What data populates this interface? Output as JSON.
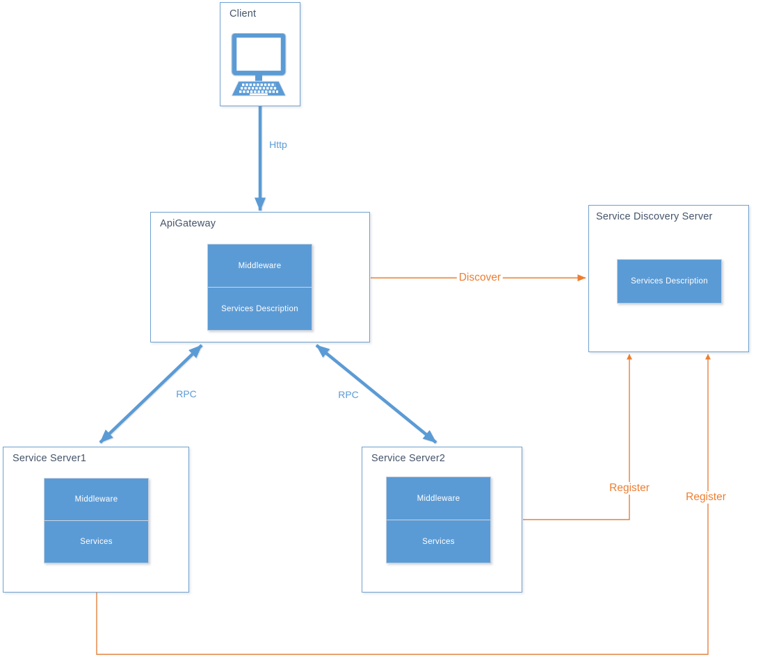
{
  "nodes": {
    "client": {
      "title": "Client"
    },
    "api_gateway": {
      "title": "ApiGateway",
      "layers": [
        "Middleware",
        "Services Description"
      ]
    },
    "service_discovery": {
      "title": "Service Discovery Server",
      "layers": [
        "Services Description"
      ]
    },
    "service_server1": {
      "title": "Service Server1",
      "layers": [
        "Middleware",
        "Services"
      ]
    },
    "service_server2": {
      "title": "Service Server2",
      "layers": [
        "Middleware",
        "Services"
      ]
    }
  },
  "edges": {
    "http": {
      "label": "Http",
      "from": "client",
      "to": "api_gateway",
      "style": "blue-thick-arrow"
    },
    "rpc1": {
      "label": "RPC",
      "from": "api_gateway",
      "to": "service_server1",
      "style": "blue-double-arrow"
    },
    "rpc2": {
      "label": "RPC",
      "from": "api_gateway",
      "to": "service_server2",
      "style": "blue-double-arrow"
    },
    "discover": {
      "label": "Discover",
      "from": "api_gateway",
      "to": "service_discovery",
      "style": "orange-arrow"
    },
    "register1": {
      "label": "Register",
      "from": "service_server1",
      "to": "service_discovery",
      "style": "orange-elbow-arrow"
    },
    "register2": {
      "label": "Register",
      "from": "service_server2",
      "to": "service_discovery",
      "style": "orange-elbow-arrow"
    }
  },
  "icons": {
    "client_icon": "computer-with-keyboard"
  },
  "colors": {
    "node_border": "#6fa0cf",
    "node_fill": "#ffffff",
    "title_text": "#44546A",
    "inner_fill": "#5B9BD5",
    "inner_text": "#ffffff",
    "blue_connector": "#5B9BD5",
    "blue_label": "#5B9BD5",
    "orange_connector": "#ED9C62",
    "orange_register_line": "#E4813C",
    "orange_label": "#ED7D31",
    "orange_arrowhead": "#ED7D31"
  }
}
